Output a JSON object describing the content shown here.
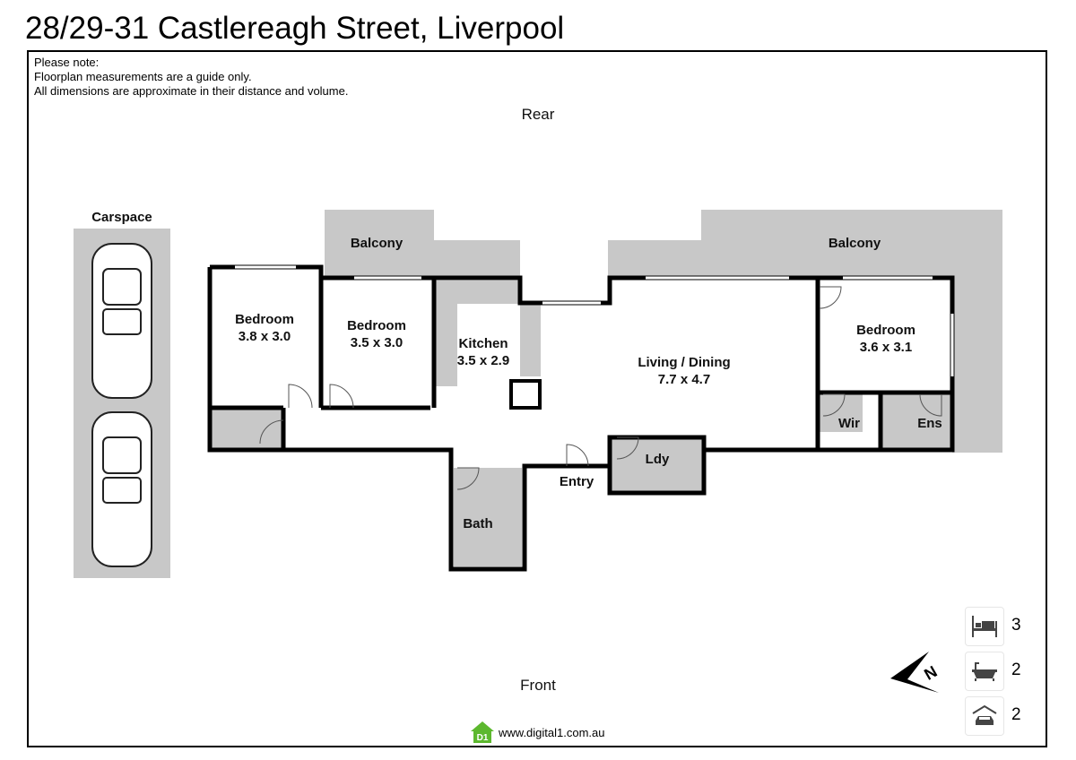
{
  "title": "28/29-31 Castlereagh Street, Liverpool",
  "note": [
    "Please note:",
    "Floorplan measurements are a guide only.",
    "All dimensions are approximate in their distance and volume."
  ],
  "orientation": {
    "rear": "Rear",
    "front": "Front"
  },
  "rooms": {
    "carspace": "Carspace",
    "balcony_left": "Balcony",
    "balcony_right": "Balcony",
    "bedroom1": {
      "name": "Bedroom",
      "size": "3.8 x 3.0"
    },
    "bedroom2": {
      "name": "Bedroom",
      "size": "3.5 x 3.0"
    },
    "kitchen": {
      "name": "Kitchen",
      "size": "3.5 x 2.9"
    },
    "living": {
      "name": "Living / Dining",
      "size": "7.7 x 4.7"
    },
    "bedroom3": {
      "name": "Bedroom",
      "size": "3.6 x 3.1"
    },
    "wir": "Wir",
    "ens": "Ens",
    "ldy": "Ldy",
    "entry": "Entry",
    "bath": "Bath"
  },
  "stats": {
    "bedrooms": "3",
    "bathrooms": "2",
    "carspaces": "2"
  },
  "icons": {
    "bed": "bed-icon",
    "bath": "bathtub-icon",
    "car": "garage-car-icon",
    "compass": "north-arrow-icon"
  },
  "logo": {
    "mark": "D1",
    "url": "www.digital1.com.au",
    "color": "#5cb82e"
  },
  "colors": {
    "wall": "#000000",
    "shaded": "#c8c8c8"
  }
}
